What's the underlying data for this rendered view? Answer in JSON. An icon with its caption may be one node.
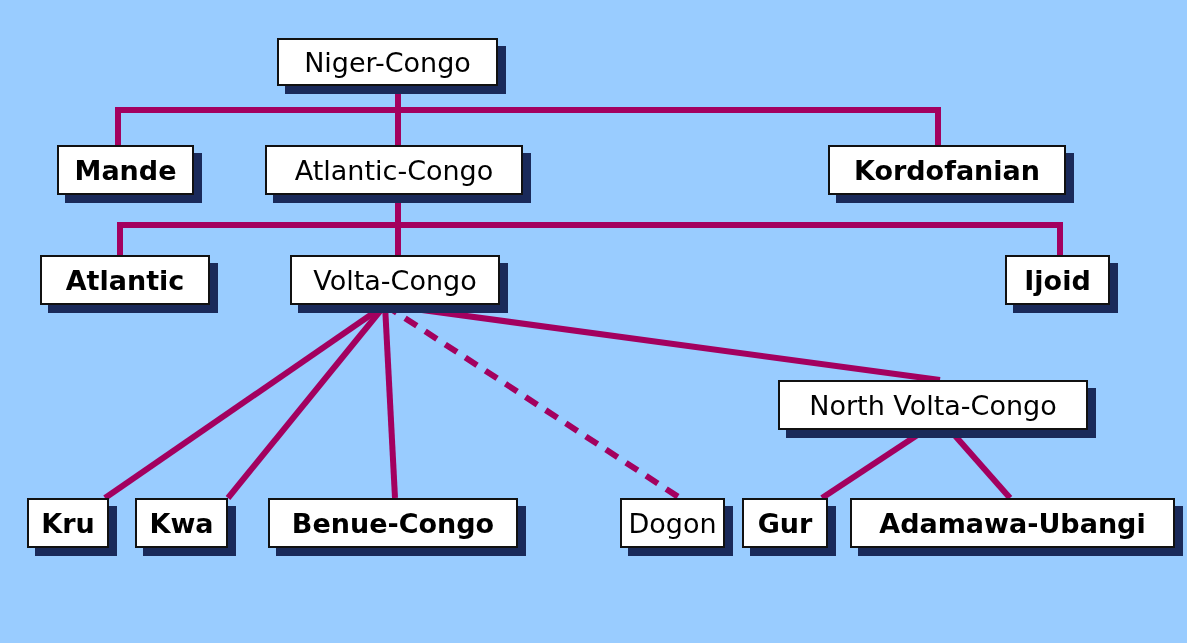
{
  "diagram": {
    "nodes": [
      {
        "text": [
          "Niger-Congo"
        ]
      },
      {
        "text": [
          "Mande"
        ]
      },
      {
        "text": [
          "Atlantic-Congo"
        ]
      },
      {
        "text": [
          "Kordofanian"
        ]
      },
      {
        "text": [
          "Atlantic"
        ]
      },
      {
        "text": [
          "Volta-Congo"
        ]
      },
      {
        "text": [
          "Ijoid"
        ]
      },
      {
        "text": [
          "North Volta-Congo"
        ]
      },
      {
        "text": [
          "Kru"
        ]
      },
      {
        "text": [
          "Kwa"
        ]
      },
      {
        "text": [
          "Benue-Congo"
        ]
      },
      {
        "text": [
          "Dogon"
        ]
      },
      {
        "text": [
          "Gur"
        ]
      },
      {
        "text": [
          "Adamawa-Ubangi"
        ]
      }
    ],
    "edges": [
      {
        "from": 0,
        "to": 1,
        "arrow": "none"
      },
      {
        "from": 0,
        "to": 2,
        "arrow": "none"
      },
      {
        "from": 0,
        "to": 3,
        "arrow": "none"
      },
      {
        "from": 2,
        "to": 4,
        "arrow": "none"
      },
      {
        "from": 2,
        "to": 5,
        "arrow": "none"
      },
      {
        "from": 2,
        "to": 6,
        "arrow": "none"
      },
      {
        "from": 5,
        "to": 8,
        "arrow": "none"
      },
      {
        "from": 5,
        "to": 9,
        "arrow": "none"
      },
      {
        "from": 5,
        "to": 10,
        "arrow": "none"
      },
      {
        "from": 5,
        "to": 11,
        "arrow": "none",
        "style": "dashed"
      },
      {
        "from": 5,
        "to": 7,
        "arrow": "none"
      },
      {
        "from": 7,
        "to": 12,
        "arrow": "none"
      },
      {
        "from": 7,
        "to": 13,
        "arrow": "none"
      }
    ]
  }
}
